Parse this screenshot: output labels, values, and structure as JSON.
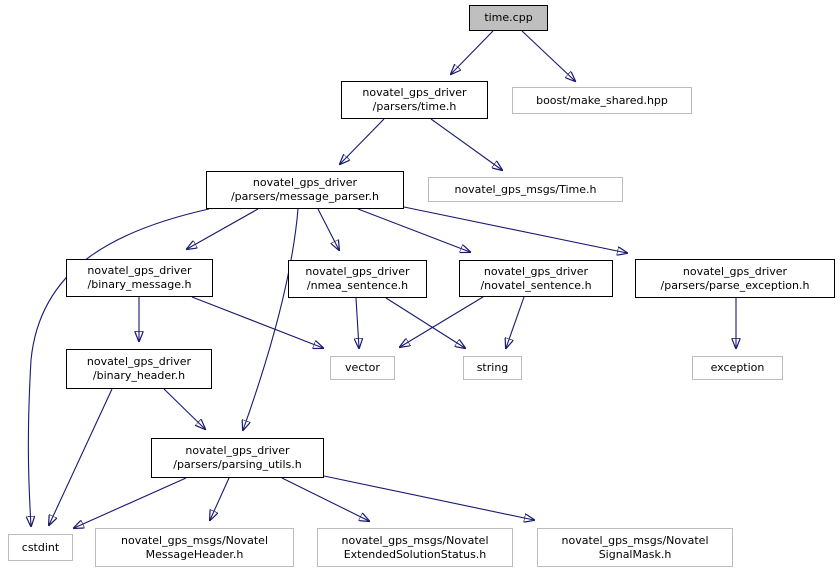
{
  "graph": {
    "kind": "include-dependency-graph",
    "colors": {
      "edge": "#191970",
      "focus_fill": "#bfbfbf",
      "internal_border": "#000000",
      "external_border": "#bcbcbc",
      "background": "#ffffff"
    },
    "nodes": [
      {
        "id": "time_cpp",
        "type": "focus",
        "lines": [
          "time.cpp"
        ]
      },
      {
        "id": "parsers_time_h",
        "type": "internal",
        "lines": [
          "novatel_gps_driver",
          "/parsers/time.h"
        ]
      },
      {
        "id": "boost_make_shared",
        "type": "external",
        "lines": [
          "boost/make_shared.hpp"
        ]
      },
      {
        "id": "msgs_time_h",
        "type": "external",
        "lines": [
          "novatel_gps_msgs/Time.h"
        ]
      },
      {
        "id": "message_parser",
        "type": "internal",
        "lines": [
          "novatel_gps_driver",
          "/parsers/message_parser.h"
        ]
      },
      {
        "id": "binary_message",
        "type": "internal",
        "lines": [
          "novatel_gps_driver",
          "/binary_message.h"
        ]
      },
      {
        "id": "nmea_sentence",
        "type": "internal",
        "lines": [
          "novatel_gps_driver",
          "/nmea_sentence.h"
        ]
      },
      {
        "id": "novatel_sentence",
        "type": "internal",
        "lines": [
          "novatel_gps_driver",
          "/novatel_sentence.h"
        ]
      },
      {
        "id": "parse_exception",
        "type": "internal",
        "lines": [
          "novatel_gps_driver",
          "/parsers/parse_exception.h"
        ]
      },
      {
        "id": "binary_header",
        "type": "internal",
        "lines": [
          "novatel_gps_driver",
          "/binary_header.h"
        ]
      },
      {
        "id": "vector",
        "type": "external",
        "lines": [
          "vector"
        ]
      },
      {
        "id": "string",
        "type": "external",
        "lines": [
          "string"
        ]
      },
      {
        "id": "exception",
        "type": "external",
        "lines": [
          "exception"
        ]
      },
      {
        "id": "parsing_utils",
        "type": "internal",
        "lines": [
          "novatel_gps_driver",
          "/parsers/parsing_utils.h"
        ]
      },
      {
        "id": "cstdint",
        "type": "external",
        "lines": [
          "cstdint"
        ]
      },
      {
        "id": "novatel_message_header",
        "type": "external",
        "lines": [
          "novatel_gps_msgs/Novatel",
          "MessageHeader.h"
        ]
      },
      {
        "id": "extended_solution_status",
        "type": "external",
        "lines": [
          "novatel_gps_msgs/Novatel",
          "ExtendedSolutionStatus.h"
        ]
      },
      {
        "id": "signal_mask",
        "type": "external",
        "lines": [
          "novatel_gps_msgs/Novatel",
          "SignalMask.h"
        ]
      }
    ],
    "edges": [
      {
        "from": "time_cpp",
        "to": "parsers_time_h"
      },
      {
        "from": "time_cpp",
        "to": "boost_make_shared"
      },
      {
        "from": "parsers_time_h",
        "to": "message_parser"
      },
      {
        "from": "parsers_time_h",
        "to": "msgs_time_h"
      },
      {
        "from": "message_parser",
        "to": "binary_message"
      },
      {
        "from": "message_parser",
        "to": "nmea_sentence"
      },
      {
        "from": "message_parser",
        "to": "novatel_sentence"
      },
      {
        "from": "message_parser",
        "to": "parse_exception"
      },
      {
        "from": "message_parser",
        "to": "cstdint"
      },
      {
        "from": "message_parser",
        "to": "parsing_utils"
      },
      {
        "from": "binary_message",
        "to": "binary_header"
      },
      {
        "from": "binary_message",
        "to": "vector"
      },
      {
        "from": "nmea_sentence",
        "to": "vector"
      },
      {
        "from": "nmea_sentence",
        "to": "string"
      },
      {
        "from": "novatel_sentence",
        "to": "vector"
      },
      {
        "from": "novatel_sentence",
        "to": "string"
      },
      {
        "from": "parse_exception",
        "to": "exception"
      },
      {
        "from": "binary_header",
        "to": "cstdint"
      },
      {
        "from": "binary_header",
        "to": "parsing_utils"
      },
      {
        "from": "parsing_utils",
        "to": "cstdint"
      },
      {
        "from": "parsing_utils",
        "to": "novatel_message_header"
      },
      {
        "from": "parsing_utils",
        "to": "extended_solution_status"
      },
      {
        "from": "parsing_utils",
        "to": "signal_mask"
      }
    ]
  }
}
